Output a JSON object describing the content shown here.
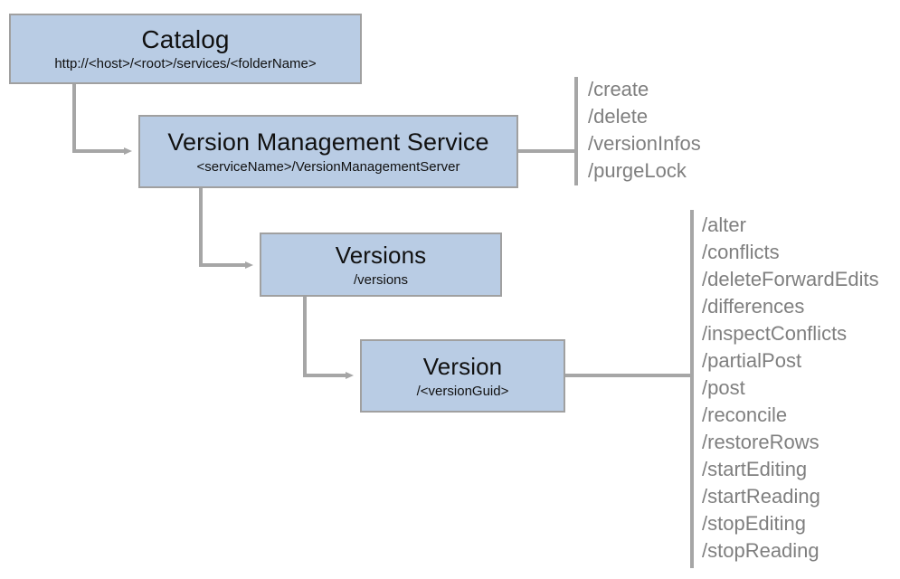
{
  "diagram": {
    "background_color": "#ffffff",
    "node_fill_color": "#b9cce4",
    "node_border_color": "#a0a0a0",
    "connector_color": "#a6a6a6",
    "operation_text_color": "#7f7f7f",
    "nodes": [
      {
        "id": "catalog",
        "title": "Catalog",
        "subtitle": "http://<host>/<root>/services/<folderName>"
      },
      {
        "id": "version-management-service",
        "title": "Version Management Service",
        "subtitle": "<serviceName>/VersionManagementServer"
      },
      {
        "id": "versions",
        "title": "Versions",
        "subtitle": "/versions"
      },
      {
        "id": "version",
        "title": "Version",
        "subtitle": "/<versionGuid>"
      }
    ],
    "service_operations": [
      "/create",
      "/delete",
      "/versionInfos",
      "/purgeLock"
    ],
    "version_operations": [
      "/alter",
      "/conflicts",
      "/deleteForwardEdits",
      "/differences",
      "/inspectConflicts",
      "/partialPost",
      "/post",
      "/reconcile",
      "/restoreRows",
      "/startEditing",
      "/startReading",
      "/stopEditing",
      "/stopReading"
    ]
  }
}
